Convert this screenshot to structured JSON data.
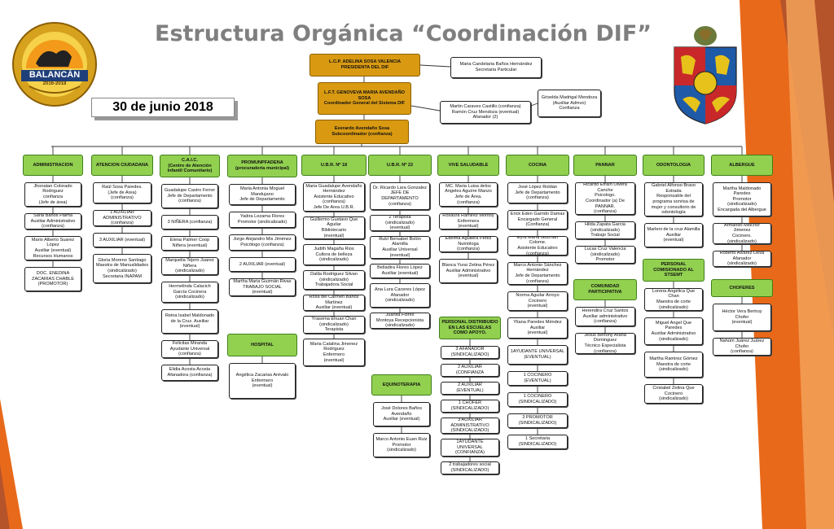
{
  "title": "Estructura Orgánica “Coordinación DIF”",
  "date": "30 de junio 2018",
  "logo": {
    "name": "BALANCÁN",
    "years": "2016-2018"
  },
  "colors": {
    "node_green": "#92d050",
    "node_gold": "#d99a12",
    "accent_orange": "#e8691a",
    "brown": "#b5542a"
  },
  "top": {
    "president": "L.C.P. ADELINA SOSA VALENCIA\nPRESIDENTA DEL DIF",
    "secretary": "Maria Candelaria Baños Hernández\nSecretaria Particular",
    "coordinator": "L.F.T. GENOVEVA MARIA AVENDAÑO SOSA\nCoordinador General del Sistema DIF",
    "assistants": "Martin Caraveo Castillo (confianza)\nRamón Cruz Mendoza (eventual)\nAfanador (2)",
    "aux_admin": "Griselda Madrigal Mendoza\n(Auxiliar Admvo)\nConfianza",
    "subcoordinator": "Everardo Avendaño Sosa\nSubcoordinador (confianza)"
  },
  "depts": [
    {
      "header": "ADMINISTRACION",
      "items": [
        "Jhonatan Colorado Rodriguez\nconfianza\n(Jefe de área)",
        "Sarai Baños Palma\nAuxiliar Administrativo\n(confianza)",
        "Mario Alberto Suarez López\nAuxiliar (eventual)\nRecursos Humanos",
        "DOC. ENEDINA ZACARIAS CHABLE\n(PROMOTOR)"
      ]
    },
    {
      "header": "ATENCION CIUDADANA",
      "items": [
        "Raúl Sosa Paredes.\n(Jefe de Area)\n(confianza)",
        "1 AUXILIAR ADMINISTRATIVO\n(confianza)",
        "3 AUXILIAR (eventual)",
        "Gloria Moreno Santiago\nMaestra de Manualidades\n(sindicalizado)\nSecretaria INAPAM"
      ]
    },
    {
      "header": "C.A.I.C.\n(Centro de Atención Infantil Comunitario)",
      "items": [
        "Guadalupe Castro Ferrer\nJefe de Departamento\n(confianza)",
        "3 NIÑERA (confianza)",
        "Elena Palmer Coop\nNiñera (eventual)",
        "Marquelia Tejero Juarez Niñera\n(sindicalizado)",
        "Hermelinda Calacich García Cocinera\n(sindicalizado)",
        "Reina Isabel Maldonado de la Cruz. Auxiliar\n(eventual)",
        "Felicitas Miranda\nAyudante Universal\n(confianza)",
        "Elidia Acosta Acosta\nAfanadora (confianza)"
      ]
    },
    {
      "header": "PROMUNPFADENA\n(procuradoria municipal)",
      "items": [
        "Maria Antonia Moguel Mandujano\nJefe de Departamento",
        "Yadira Lezama Flores\nPromotor (sindicalizado)",
        "Jorge Alejandro Mis Jiménez\nPsicólogo (confianza)",
        "2 AUXILIAR (eventual)",
        "Martha Maria Guzmán Rivas\nTRABAJO SOCIAL\n(eventual)"
      ]
    },
    {
      "header": "HOSPITAL",
      "items": [
        "Angélica Zacarias Arévalo\nEnfermero\n(eventual)"
      ]
    },
    {
      "header": "U.B.R. Nº 18",
      "items": [
        "Maria Guadalupe Avendaño Hernández\nAsistente Educativo\n(confianza)\nJefe De Area U.B.R.",
        "Guillermo Gustavo Que Aguilar\nBibliotecario\n(eventual)",
        "Judith Magaña Rios\nCultora de belleza\n(sindicalizado)",
        "Dalila Rodriguez Silvan\n(sindicalizado)\nTrabajadora Social",
        "Rosa del Carmen Baños Martinez\nAuxiliar (eventual)",
        "Yrasema Ehuan Chan\n(sindicalizado)\nTerapista",
        "Maria Catalina Jimenez Rodriguez\nEnfermero\n(eventual)"
      ]
    },
    {
      "header": "U.B.R. Nº 22",
      "items": [
        "Dr. Ricardo Lara Gonzalez\nJEFE DE DEPARTAMENTO\n(confianza)",
        "2 Terapista\n(sindicalizado)\n(eventual)",
        "Rubí Bersabet Bolón Alamilla\nAuxiliar Universal\n(eventual)",
        "Belladira Flores López\nAuxiliar (eventual)",
        "Ana Lura Caceres López\nAfanador\n(sindicalizado)",
        "Juanita Flores\nMontoya Recepcionista\n(sindicalizado)"
      ]
    },
    {
      "header": "EQUINOTERAPIA",
      "items": [
        "José Dolores Baños Avendaño\nAuxiliar (eventual)",
        "Marco Antonio Euan Ruiz Promotor\n(sindicalizado)"
      ]
    },
    {
      "header": "VIVE SALUDABLE",
      "items": [
        "MC. Maria Luisa delos Angeles Aguirre Manzo\nJefe de Área.\n(confianza)",
        "Rosaura Ramirez Montoy Enfermera\n(eventual)",
        "Edelma Aguilera Pérez\nNutrióloga\n(confianza)",
        "Blanca Yurai Zetina Pérez\nAuxiliar Administrativo\n(eventual)"
      ]
    },
    {
      "header": "PERSONAL DISTRIBUIDO EN LAS ESCUELAS COMO APOYO.",
      "items": [
        "3 AFANADOR\n(SINDICALIZADO)",
        "2 AUXILIAR\n(CONFIANZA",
        "2 AUXILIAR\n(EVENTUAL)",
        "1 CHOFER\n(SINDICALIZADO)",
        "3 AUXILIAR ADMINISTRATIVO\n(SINDICALIZADO)",
        "1AYUDANTE UNIVERSAL\n(CONFIANZA)",
        "2 trabajadores social\n(SINDICALIZADO)"
      ]
    },
    {
      "header": "COCINA",
      "items": [
        "José López Roldan\nJefe de Departamento\n(confianza)",
        "Erick Eden Garrido Damas\nEncargado General\n(Confianza)",
        "Eyra María Guzmán Colome.\nAsistente Educativo\n(confianza)",
        "Marco Antonio Sánchez Hernández\nJefe de Departamento\n(confianza)",
        "Norma Aguilar Arroyo\nCocinero\n(eventual)",
        "Yliana Paredes Méndez\nAuxiliar\n(eventual)",
        "1AYUDANTE UNIVERSAL\n(EVENTUAL)",
        "1 COCINERO\n(EVENTUAL)",
        "1 COCINERO\n(SINDICALIZADO)",
        "3 PROMOTOR\n(SINDICALIZADO)",
        "1 Secretaria\n(SINDICALIZADO)"
      ]
    },
    {
      "header": "PANNAR",
      "items": [
        "Ricardo Efraín Olvera Canche\nPsicologo.\nCoordinador (a) De PANNAR.\n(confianza)",
        "Hilda Zapata Garcia\n(sindicalizado)\nTrabajo Social",
        "Lucas Cruz Valencia\n(sindicalizado)\nPromotor"
      ]
    },
    {
      "header": "COMUNIDAD PARTICIPATIVA",
      "items": [
        "Herendira Cruz Santos\nAuxiliar administrativo\n(confianza)",
        "Jesus Bertony Arana Dominguez\nTécnico Especialista\n(confianza)"
      ]
    },
    {
      "header": "ODONTOLOGIA",
      "items": [
        "Gabriel Alfonso Bravo Estrada\nResponsable del programa sonrisa de mujer y consultorio de odontología",
        "Marleni de la cruz Alamilla\nAuxiliar\n(eventual)"
      ]
    },
    {
      "header": "PERSONAL COMISIONADO AL STSEMT",
      "items": [
        "Lorena Angélica Que Chan\nMaestra de corte\n(sindicalizado)",
        "Miguel Angel Que Paredes\nAuxiliar Administrativo\n(sindicalizado)",
        "Martha Ramirez Gómez\nMaestra de corte\n(sindicalizado)",
        "Cristabel Zetina Que Cocinero\n(sindicalizado)"
      ]
    },
    {
      "header": "ALBERGUE",
      "items": [
        "Martha Maldonado Paredes\nPromotor\n(sindicalizado)\nEncargada del Albergue",
        "Armando Melchor Jimenez\nCocinero.\n(sindicalizado)",
        "Roberto Alvarez Leiva\nAfanador\n(sindicalizado)"
      ]
    },
    {
      "header": "CHOFERES",
      "items": [
        "Héctor Vera Bertruy\nChofer\n(eventual)",
        "Nahúm Juárez Juárez\nChofer\n(confianza)"
      ]
    }
  ]
}
